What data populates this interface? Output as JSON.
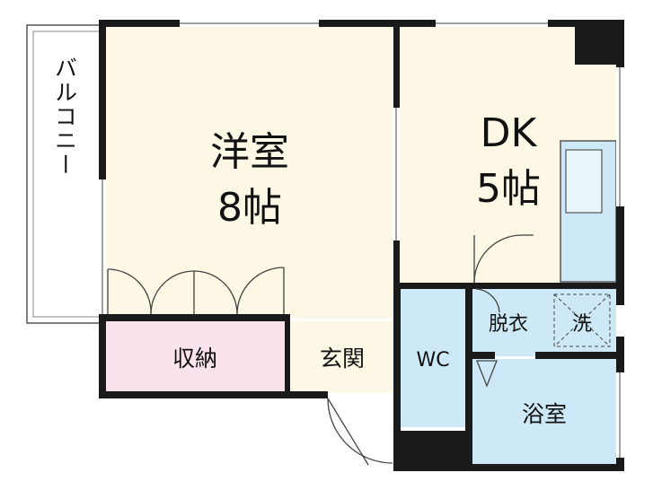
{
  "rooms": {
    "western_room": {
      "name": "洋室",
      "size": "8帖"
    },
    "dk": {
      "name": "DK",
      "size": "5帖"
    },
    "storage": "収納",
    "entrance": "玄関",
    "wc": "WC",
    "dressing": "脱衣",
    "washer": "洗",
    "bath": "浴室",
    "balcony": "バルコニー"
  },
  "colors": {
    "western_room": "#fdf7e6",
    "dk": "#fdf7e6",
    "storage": "#fae3ec",
    "entrance": "#fdf7e6",
    "wet_area": "#cde9f7",
    "wall": "#1a1a1a",
    "window": "#ffffff"
  }
}
